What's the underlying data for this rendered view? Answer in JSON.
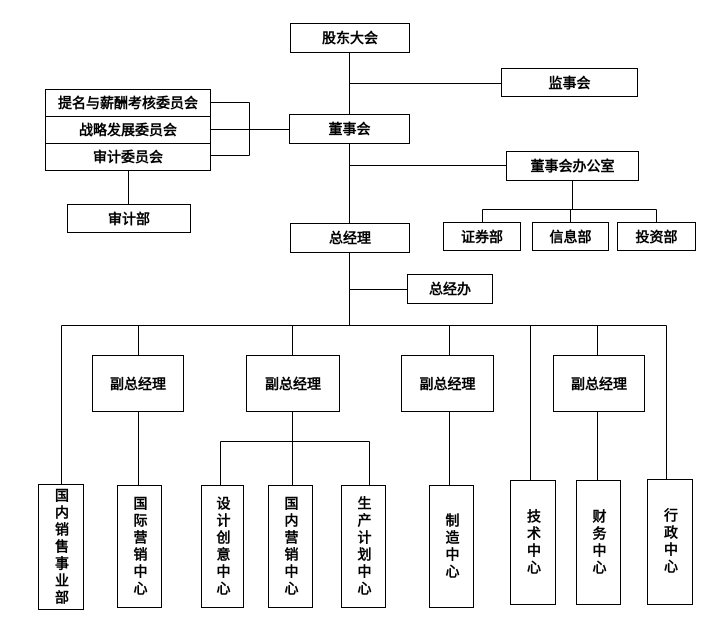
{
  "org_chart": {
    "shareholders_meeting": "股东大会",
    "supervisory_board": "监事会",
    "board_of_directors": "董事会",
    "committees": {
      "nomination_remuneration": "提名与薪酬考核委员会",
      "strategy_development": "战略发展委员会",
      "audit": "审计委员会"
    },
    "audit_department": "审计部",
    "board_office": "董事会办公室",
    "board_office_departments": [
      "证券部",
      "信息部",
      "投资部"
    ],
    "general_manager": "总经理",
    "gm_office": "总经办",
    "deputy_general_manager": "副总经理",
    "domestic_sales_division": "国内销售事业部",
    "international_marketing_center": "国际营销中心",
    "design_creative_center": "设计创意中心",
    "domestic_marketing_center": "国内营销中心",
    "production_planning_center": "生产计划中心",
    "manufacturing_center": "制造中心",
    "technology_center": "技术中心",
    "finance_center": "财务中心",
    "administration_center": "行政中心"
  }
}
